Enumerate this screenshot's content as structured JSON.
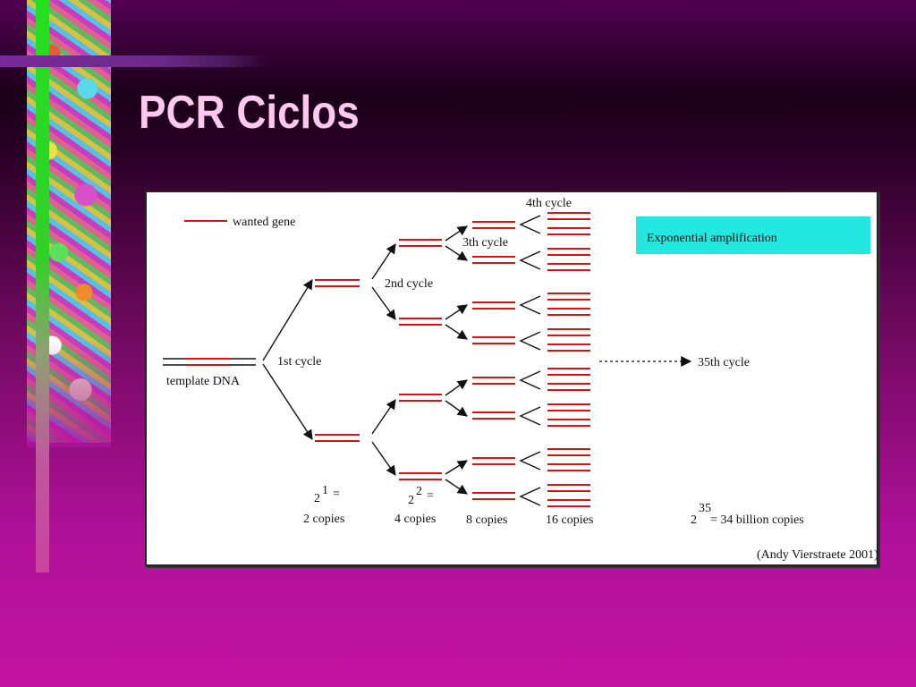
{
  "slide": {
    "title": "PCR Ciclos"
  },
  "diagram": {
    "legend_label": "wanted gene",
    "template_label": "template DNA",
    "cycle_labels": [
      "1st cycle",
      "2nd cycle",
      "3th cycle",
      "4th cycle"
    ],
    "final_cycle_label": "35th cycle",
    "callout": "Exponential amplification",
    "counts": [
      {
        "base": "2",
        "exp": "1",
        "eq": "=",
        "copies": "2 copies"
      },
      {
        "base": "2",
        "exp": "2",
        "eq": "=",
        "copies": "4 copies"
      },
      {
        "copies": "8 copies"
      },
      {
        "copies": "16 copies"
      }
    ],
    "final_count": {
      "base": "2",
      "exp": "35",
      "text": "= 34 billion copies"
    },
    "credit": "(Andy Vierstraete 2001)"
  },
  "colors": {
    "accent_red": "#e01010",
    "callout_bg": "#22e8e0",
    "title_color": "#ffc8f0"
  }
}
